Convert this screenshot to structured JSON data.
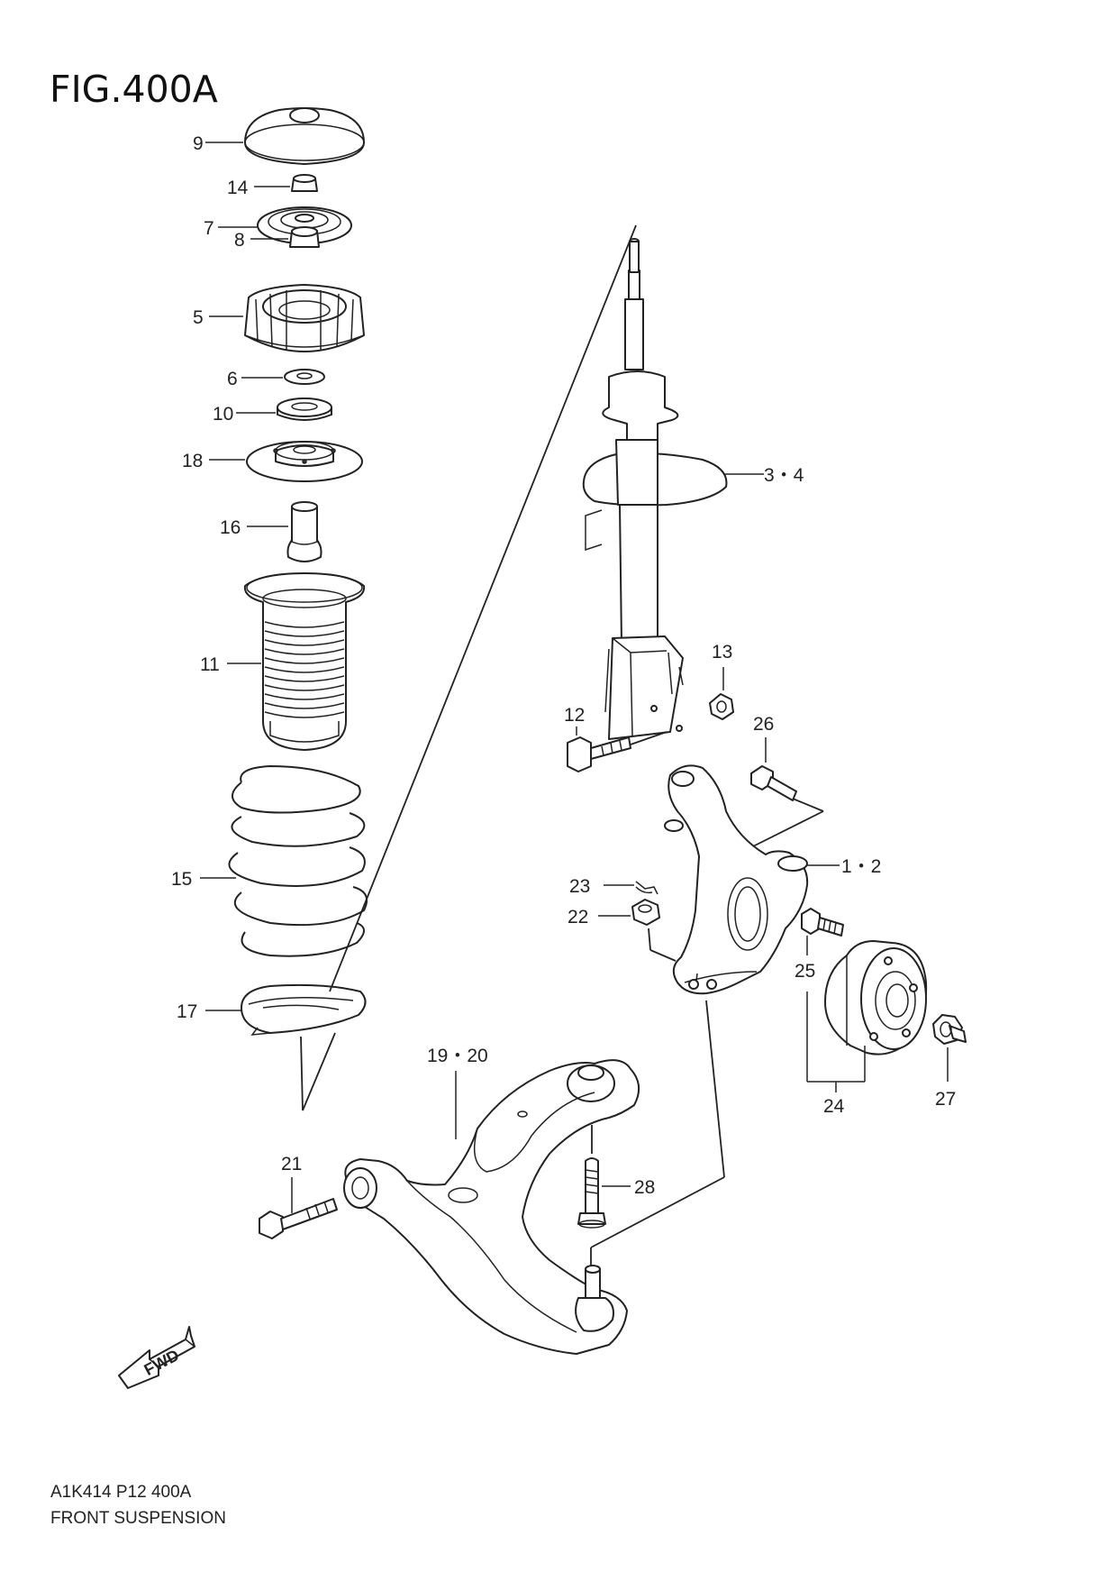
{
  "figure": {
    "title": "FIG.400A",
    "footer_code": "A1K414 P12 400A",
    "footer_name": "FRONT SUSPENSION",
    "fwd_label": "FWD"
  },
  "callouts": {
    "c9": "9",
    "c14": "14",
    "c7": "7",
    "c8": "8",
    "c5": "5",
    "c6": "6",
    "c10": "10",
    "c18": "18",
    "c16": "16",
    "c11": "11",
    "c15": "15",
    "c17": "17",
    "c34": "3・4",
    "c13": "13",
    "c12": "12",
    "c26": "26",
    "c12b": "1・2",
    "c23": "23",
    "c22": "22",
    "c25": "25",
    "c24": "24",
    "c27": "27",
    "c1920": "19・20",
    "c21": "21",
    "c28": "28"
  }
}
